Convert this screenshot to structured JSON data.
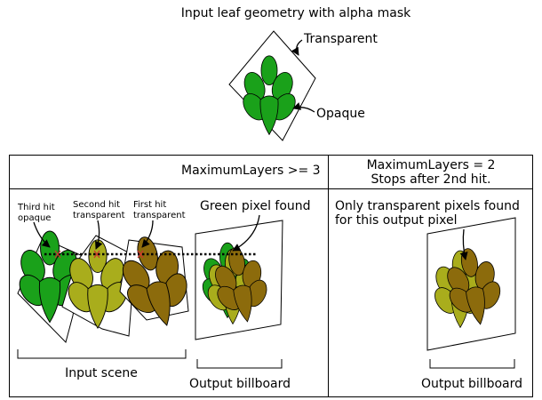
{
  "top": {
    "title": "Input leaf geometry with alpha mask",
    "transparent_label": "Transparent",
    "opaque_label": "Opaque"
  },
  "left_panel": {
    "header": "MaximumLayers >= 3",
    "third_hit": [
      "Third hit",
      "opaque"
    ],
    "second_hit": [
      "Second hit",
      "transparent"
    ],
    "first_hit": [
      "First hit",
      "transparent"
    ],
    "green_found": "Green pixel found",
    "input_scene": "Input scene",
    "output_billboard": "Output billboard"
  },
  "right_panel": {
    "header_line1": "MaximumLayers = 2",
    "header_line2": "Stops after 2nd hit.",
    "note_line1": "Only transparent pixels found",
    "note_line2": "for this output pixel",
    "output_billboard": "Output billboard"
  },
  "colors": {
    "green": "#1a9a1a",
    "olive": "#a5a81a",
    "brown": "#8c6a0a",
    "hit_marker": "#d03030"
  }
}
